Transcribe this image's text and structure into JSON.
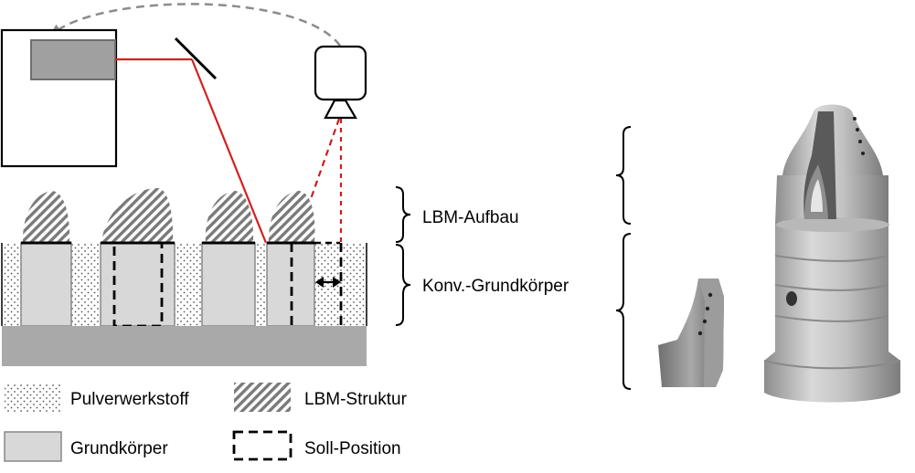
{
  "labels": {
    "lbm_aufbau": "LBM-Aufbau",
    "konv_grundkoerper": "Konv.-Grundkörper"
  },
  "legend": {
    "pulver": "Pulverwerkstoff",
    "lbm_struktur": "LBM-Struktur",
    "grundkoerper": "Grundkörper",
    "soll_position": "Soll-Position"
  },
  "colors": {
    "laser": "#d42020",
    "base_body": "#d8d8d8",
    "build_plate": "#a9a9a9",
    "laser_source": "#a0a0a0",
    "hatch": "#7a7a7a",
    "return_arrow": "#8c8c8c"
  },
  "icons": {
    "camera": "camera-icon",
    "mirror": "scan-mirror-icon",
    "laser": "laser-source-icon"
  }
}
